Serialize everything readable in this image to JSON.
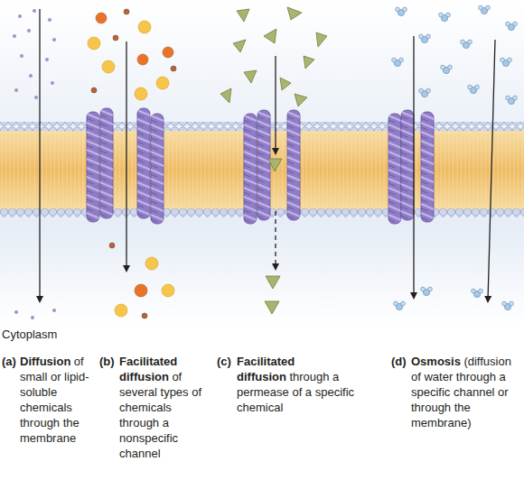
{
  "diagram": {
    "labels": [
      "Cytoplasm",
      "(a)",
      "Diffusion",
      "of small or lipid-soluble chemicals through the membrane",
      "(b)",
      "Facilitated diffusion",
      "of several types of chemicals through a nonspecific channel",
      "(c)",
      "Facilitated diffusion",
      "through a permease of a specific chemical",
      "(d)",
      "Osmosis",
      "(diffusion of water through a specific channel or through the membrane)"
    ]
  }
}
